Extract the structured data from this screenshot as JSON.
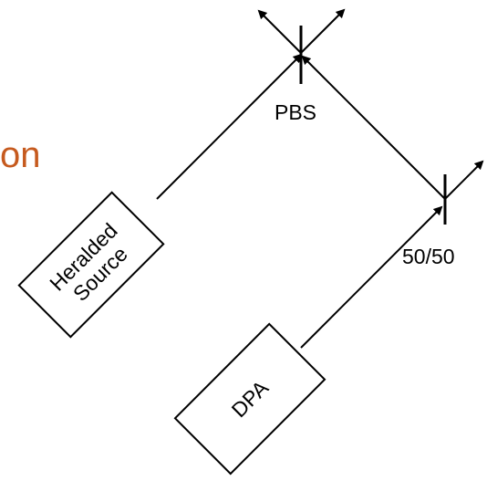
{
  "partial_text": "on",
  "labels": {
    "pbs": "PBS",
    "beamsplitter": "50/50"
  },
  "boxes": {
    "heralded_source": {
      "line1": "Heralded",
      "line2": "Source"
    },
    "dpa": "DPA"
  },
  "colors": {
    "partial_text": "#c65a1e",
    "lines": "#000000"
  }
}
